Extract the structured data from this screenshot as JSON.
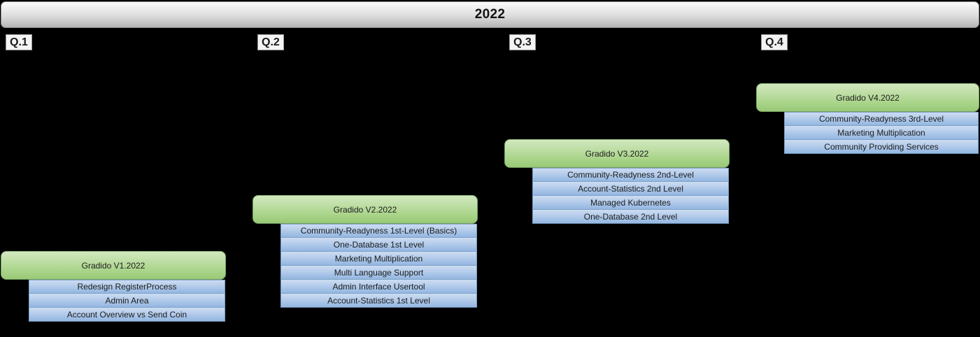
{
  "timeline": {
    "year_label": "2022",
    "quarters": [
      {
        "label": "Q.1"
      },
      {
        "label": "Q.2"
      },
      {
        "label": "Q.3"
      },
      {
        "label": "Q.4"
      }
    ]
  },
  "colors": {
    "background": "#000000",
    "release_header_green": "#a9d489",
    "feature_blue": "#a3c1e6",
    "year_bar_gray": "#dcdcdc",
    "text": "#1c1c1c"
  },
  "releases": [
    {
      "title": "Gradido V1.2022",
      "features": [
        {
          "label": "Redesign RegisterProcess"
        },
        {
          "label": "Admin Area"
        },
        {
          "label": "Account Overview vs Send Coin"
        }
      ]
    },
    {
      "title": "Gradido V2.2022",
      "features": [
        {
          "label": "Community-Readyness 1st-Level (Basics)"
        },
        {
          "label": "One-Database 1st Level"
        },
        {
          "label": "Marketing Multiplication"
        },
        {
          "label": "Multi Language Support"
        },
        {
          "label": "Admin Interface Usertool"
        },
        {
          "label": "Account-Statistics 1st Level"
        }
      ]
    },
    {
      "title": "Gradido V3.2022",
      "features": [
        {
          "label": "Community-Readyness 2nd-Level"
        },
        {
          "label": "Account-Statistics 2nd Level"
        },
        {
          "label": "Managed Kubernetes"
        },
        {
          "label": "One-Database 2nd Level"
        }
      ]
    },
    {
      "title": "Gradido V4.2022",
      "features": [
        {
          "label": "Community-Readyness 3rd-Level"
        },
        {
          "label": "Marketing Multiplication"
        },
        {
          "label": "Community Providing Services"
        }
      ]
    }
  ]
}
